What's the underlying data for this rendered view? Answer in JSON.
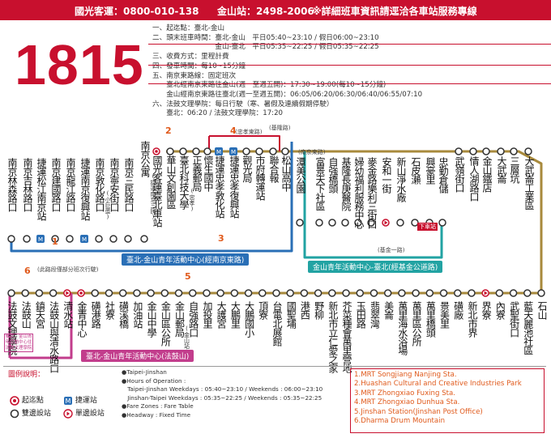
{
  "header": {
    "company": "國光客運：0800-010-138",
    "station": "金山站：2498-2006",
    "note": "※詳細班車資訊請逕洽各車站服務專線"
  },
  "route_number": "1815",
  "info_lines": [
    "一、起迄點：臺北-金山",
    "二、頭末班車時間：臺北-金山　平日05:40~23:10 / 假日06:00~23:10",
    "　　　　　　　　　金山-臺北　平日05:35~22:25 / 假日05:35~22:25",
    "三、收費方式：里程計費",
    "四、發車時間：每10~15分鐘",
    "五、南京東路線：固定班次",
    "　　臺北經南京東路往金山(週一至週五開)：17:30~19:00(每10~15分鐘)",
    "　　金山經南京東路往臺北(週一至週五開)：06:05/06:20/06:30/06:40/06:55/07:10",
    "六、法鼓文理學院：每日行駛（寒、暑假及連續假期停駛）",
    "　　臺北：06:20 / 法鼓文理學院：17:20"
  ],
  "top_stops": [
    {
      "name": "南京林森路口",
      "type": "both"
    },
    {
      "name": "南京吉林路口",
      "type": "both"
    },
    {
      "name": "捷運松江南京站",
      "type": "mrt"
    },
    {
      "name": "南京建國路口",
      "type": "both"
    },
    {
      "name": "南京龍江路口",
      "type": "both"
    },
    {
      "name": "捷運南京復興站",
      "type": "mrt"
    },
    {
      "name": "南京敦化路口",
      "type": "both",
      "sub": "(小巨蛋)"
    },
    {
      "name": "南京寧安街口",
      "type": "both"
    },
    {
      "name": "南京三民路口",
      "type": "both"
    },
    {
      "name": "南京公寓",
      "type": "both",
      "sub": "(捷運南京三民)"
    },
    {
      "name": "國光客運臺北車站",
      "type": "start"
    },
    {
      "name": "華山文創園區",
      "type": "both"
    },
    {
      "name": "臺北科技大學",
      "type": "both",
      "sub": "(忠孝)"
    },
    {
      "name": "正義郵局",
      "type": "both"
    },
    {
      "name": "懷生國中",
      "type": "both"
    },
    {
      "name": "捷運忠孝敦化站",
      "type": "mrt"
    },
    {
      "name": "捷運忠孝復興站",
      "type": "mrt"
    },
    {
      "name": "觀光局",
      "type": "both"
    },
    {
      "name": "市府轉運站",
      "type": "both"
    },
    {
      "name": "聯合報",
      "type": "both"
    },
    {
      "name": "松山高中",
      "type": "both"
    },
    {
      "name": "潭美公園",
      "type": "both"
    },
    {
      "name": "富景天下社區",
      "type": "both"
    },
    {
      "name": "自強橋頭",
      "type": "both"
    },
    {
      "name": "基隆長庚醫院",
      "type": "both"
    },
    {
      "name": "婦幼福利服務中心",
      "type": "both"
    },
    {
      "name": "麥金路樂利三街口",
      "type": "both"
    },
    {
      "name": "安和一街",
      "type": "single"
    },
    {
      "name": "新山淨水廠",
      "type": "both"
    },
    {
      "name": "石皮瀨",
      "type": "both"
    },
    {
      "name": "興豪里",
      "type": "both"
    },
    {
      "name": "忠勤倉儲",
      "type": "both"
    },
    {
      "name": "武嶺街口",
      "type": "both"
    },
    {
      "name": "情人湖路口",
      "type": "both"
    },
    {
      "name": "金山鐵店",
      "type": "both"
    },
    {
      "name": "大武崙",
      "type": "both"
    },
    {
      "name": "三層坑",
      "type": "both"
    },
    {
      "name": "大武崙工業區",
      "type": "both"
    }
  ],
  "bottom_stops": [
    {
      "name": "法鼓文理學院",
      "type": "both"
    },
    {
      "name": "法鼓山",
      "type": "both"
    },
    {
      "name": "鎮天宮",
      "type": "both"
    },
    {
      "name": "法鼓山與清水路口",
      "type": "both"
    },
    {
      "name": "清水站",
      "type": "single"
    },
    {
      "name": "金青中心",
      "type": "start"
    },
    {
      "name": "磺港路",
      "type": "both"
    },
    {
      "name": "社寮",
      "type": "both"
    },
    {
      "name": "磺溪橋",
      "type": "both"
    },
    {
      "name": "加油站",
      "type": "both"
    },
    {
      "name": "金山中學",
      "type": "both"
    },
    {
      "name": "金山區公所",
      "type": "both"
    },
    {
      "name": "金山郵局",
      "type": "both",
      "sub": "(金山站)"
    },
    {
      "name": "自強路口",
      "type": "both"
    },
    {
      "name": "加投里",
      "type": "both"
    },
    {
      "name": "大護宮",
      "type": "both"
    },
    {
      "name": "大鵬里",
      "type": "both"
    },
    {
      "name": "大鵬國小",
      "type": "both"
    },
    {
      "name": "頂寮",
      "type": "both"
    },
    {
      "name": "台電北展館",
      "type": "both"
    },
    {
      "name": "國聖埔",
      "type": "both"
    },
    {
      "name": "港西",
      "type": "both"
    },
    {
      "name": "野柳",
      "type": "both"
    },
    {
      "name": "新北市立仁愛之家",
      "type": "both"
    },
    {
      "name": "芥菜種會萬里營地",
      "type": "both"
    },
    {
      "name": "玉田路",
      "type": "both"
    },
    {
      "name": "翡翠灣",
      "type": "both"
    },
    {
      "name": "美崙",
      "type": "both"
    },
    {
      "name": "萬里海水浴場",
      "type": "both"
    },
    {
      "name": "萬里區公所",
      "type": "both"
    },
    {
      "name": "萬里橋頭",
      "type": "both"
    },
    {
      "name": "景美里",
      "type": "both"
    },
    {
      "name": "磺廠",
      "type": "both"
    },
    {
      "name": "新北市界",
      "type": "both"
    },
    {
      "name": "界寮",
      "type": "single"
    },
    {
      "name": "內寮",
      "type": "both"
    },
    {
      "name": "武聖街口",
      "type": "both"
    },
    {
      "name": "藍天麗池社區",
      "type": "both"
    },
    {
      "name": "石山",
      "type": "both"
    }
  ],
  "branches": {
    "nanjing": "臺北-金山青年活動中心(經南京東路)",
    "jijin": "金山青年活動中心-臺北(經基金公道路)",
    "fagu": "臺北-金山青年活動中心(法鼓山)"
  },
  "tags": {
    "zhongxiao": "(忠孝東路)",
    "jilong_rd": "(基隆路)",
    "nanjing_e_rd": "(南京東路)",
    "fagu_note": "(此路段僅部分班次行駛)",
    "jijin_note": "(基金一路)",
    "xiache": "下車站",
    "fagu_box": "臺北、金山青年活動中心往法鼓文理學院"
  },
  "red_numbers": [
    "1",
    "2",
    "3",
    "4",
    "5",
    "6"
  ],
  "legend": {
    "title": "圖例說明：",
    "start": "起迄點",
    "mrt": "捷運站",
    "both": "雙邊設站",
    "single": "單邊設站",
    "mid_lines": [
      "●Taipei-Jinshan",
      "●Hours of Operation :",
      "　Taipei-Jinshan Weekdays : 05:40~23:10 / Weekends : 06:00~23:10",
      "　Jinshan-Taipei Weekdays : 05:35~22:25 / Weekends : 05:35~22:25",
      "●Fare Zones : Fare Table",
      "●Headway : Fixed Time"
    ],
    "mrt_lines": [
      "1.MRT Songjiang Nanjing Sta.",
      "2.Huashan Cultural and Creative Industries Park",
      "3.MRT Zhongxiao Fuxing Sta.",
      "4.MRT Zhongxiao Dunhua Sta.",
      "5.Jinshan Station(Jinshan Post Office)",
      "6.Dharma Drum Mountain"
    ]
  },
  "colors": {
    "red": "#c8102e",
    "blue": "#2a6fb6",
    "teal": "#22a3a3",
    "olive": "#a88a3c",
    "magenta": "#c23d8c",
    "orange": "#e05a1c"
  }
}
